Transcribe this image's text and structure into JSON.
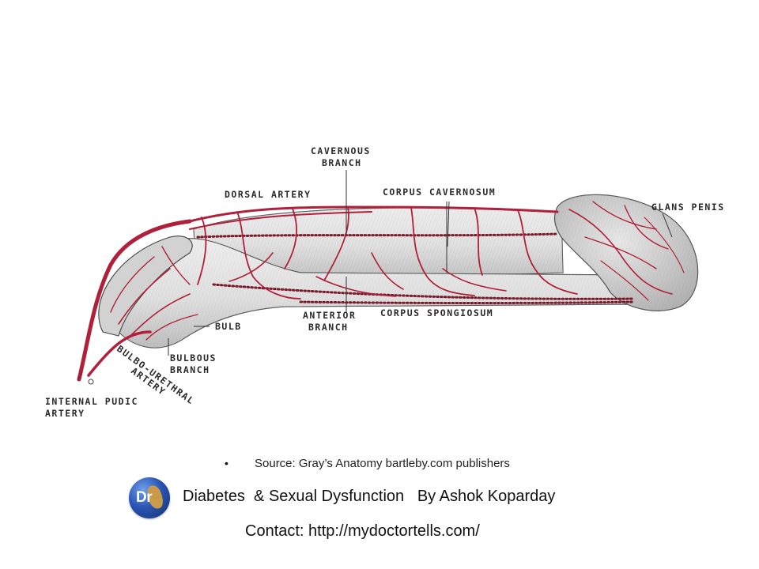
{
  "diagram": {
    "labels": {
      "cavernous_branch_1": "CAVERNOUS",
      "cavernous_branch_2": "BRANCH",
      "dorsal_artery": "DORSAL ARTERY",
      "corpus_cavernosum": "CORPUS CAVERNOSUM",
      "glans_penis": "GLANS PENIS",
      "bulb": "BULB",
      "anterior_branch_1": "ANTERIOR",
      "anterior_branch_2": "BRANCH",
      "corpus_spongiosum": "CORPUS SPONGIOSUM",
      "bulbous_branch_1": "BULBOUS",
      "bulbous_branch_2": "BRANCH",
      "bulbo_urethral_1": "BULBO-URETHRAL",
      "bulbo_urethral_2": "ARTERY",
      "internal_pudic_1": "INTERNAL PUDIC",
      "internal_pudic_2": "ARTERY"
    },
    "colors": {
      "artery": "#b0203a",
      "tissue": "#d9d9d9",
      "outline": "#333333"
    }
  },
  "footer": {
    "bullet": "•",
    "source": "Source: Gray’s Anatomy bartleby.com publishers",
    "logo_text": "Dr",
    "title": "Diabetes  & Sexual Dysfunction   By Ashok Koparday",
    "contact": "Contact: http://mydoctortells.com/"
  }
}
